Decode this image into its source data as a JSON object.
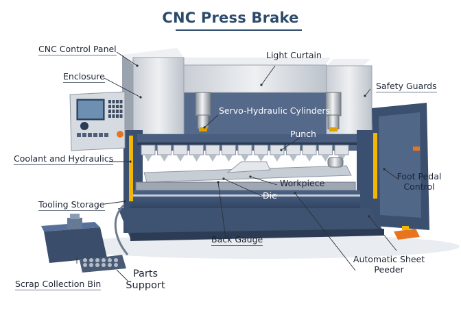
{
  "title": "CNC Press Brake",
  "labels": {
    "cnc_control_panel": "CNC Control Panel",
    "light_curtain": "Light Curtain",
    "enclosure": "Enclosure",
    "safety_guards": "Safety Guards",
    "servo_hydraulic_cylinders": "Servo-Hydraulic Cylinders",
    "punch": "Punch",
    "coolant_and_hydraulics": "Coolant and Hydraulics",
    "workpiece": "Workpiece",
    "foot_pedal_control_line1": "Foot Pedal",
    "foot_pedal_control_line2": "Control",
    "die": "Die",
    "tooling_storage": "Tooling Storage",
    "back_gauge": "Back Gauge",
    "automatic_sheet_feeder_line1": "Automatic Sheet",
    "automatic_sheet_feeder_line2": "Peeder",
    "parts_support_line1": "Parts",
    "parts_support_line2": "Support",
    "scrap_collection_bin": "Scrap Collection Bin"
  },
  "colors": {
    "title": "#2d4a6b",
    "steel_light": "#dde1e6",
    "steel_mid": "#b9c0c8",
    "steel_dark": "#3e5371",
    "steel_deep": "#2c3c55",
    "safety_yellow": "#f2b705",
    "accent_orange": "#e8741e",
    "leader": "#2a2f3a"
  }
}
